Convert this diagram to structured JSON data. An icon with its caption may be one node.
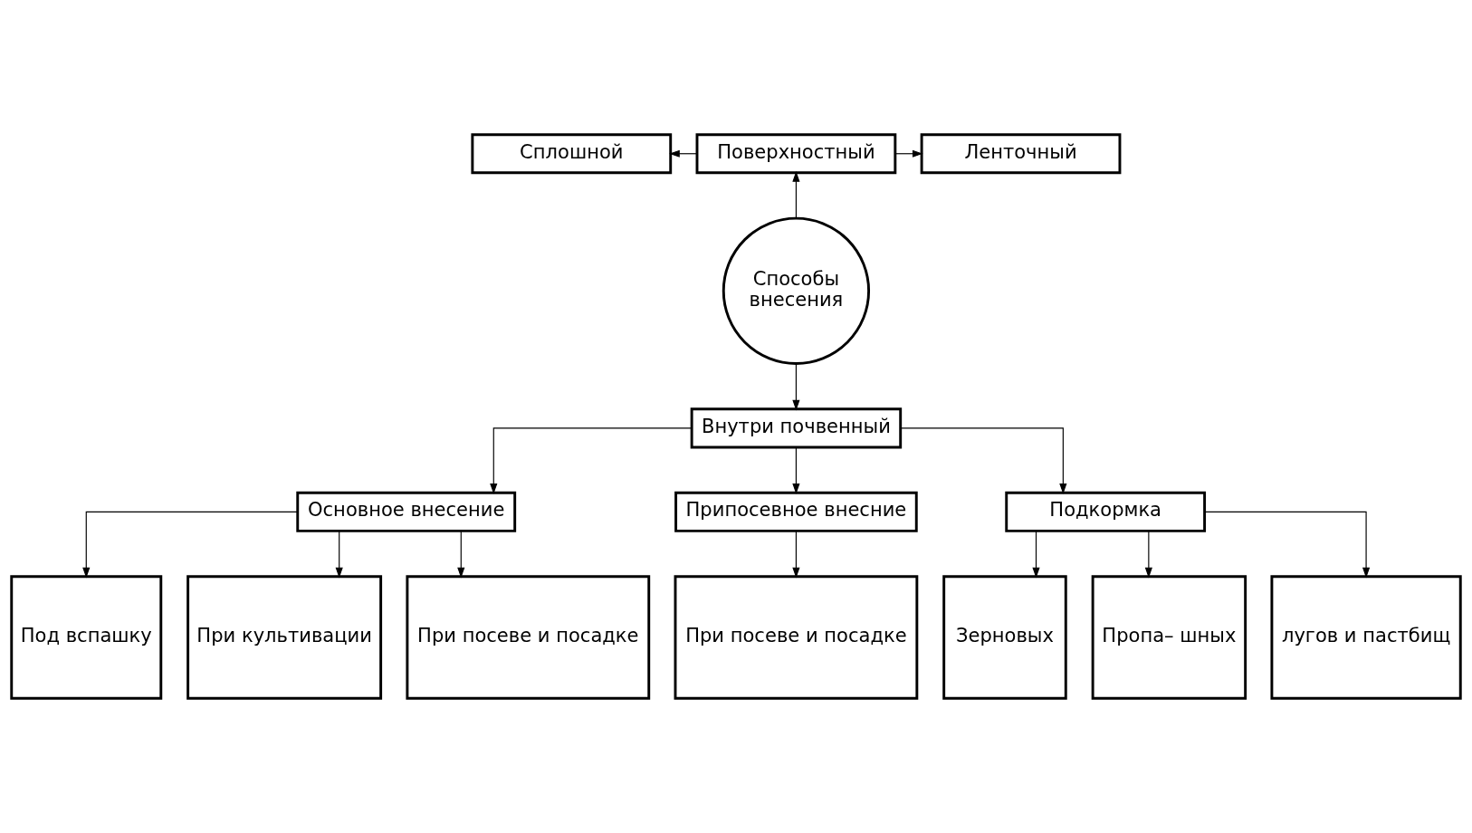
{
  "diagram": {
    "nodes": [
      {
        "text": [
          "Сплошной"
        ]
      },
      {
        "text": [
          "Поверхностный"
        ]
      },
      {
        "text": [
          "Ленточный"
        ]
      },
      {
        "text": [
          "Способы внесения"
        ]
      },
      {
        "text": [
          "Внутри почвенный"
        ]
      },
      {
        "text": [
          "Основное внесение"
        ]
      },
      {
        "text": [
          "Припосевное внесние"
        ]
      },
      {
        "text": [
          "Подкормка"
        ]
      },
      {
        "text": [
          "Под вспашку"
        ]
      },
      {
        "text": [
          "При культивации"
        ]
      },
      {
        "text": [
          "При посеве и посадке"
        ]
      },
      {
        "text": [
          "При посеве и посадке"
        ]
      },
      {
        "text": [
          "Зерновых"
        ]
      },
      {
        "text": [
          "Пропа– шных"
        ]
      },
      {
        "text": [
          "лугов и пастбищ"
        ]
      }
    ],
    "edges": [
      {
        "from": 1,
        "to": 0,
        "arrow": "to"
      },
      {
        "from": 1,
        "to": 2,
        "arrow": "to"
      },
      {
        "from": 3,
        "to": 1,
        "arrow": "to"
      },
      {
        "from": 3,
        "to": 4,
        "arrow": "to"
      },
      {
        "from": 4,
        "to": 5,
        "arrow": "to"
      },
      {
        "from": 4,
        "to": 6,
        "arrow": "to"
      },
      {
        "from": 4,
        "to": 7,
        "arrow": "to"
      },
      {
        "from": 5,
        "to": 8,
        "arrow": "to"
      },
      {
        "from": 5,
        "to": 9,
        "arrow": "to"
      },
      {
        "from": 5,
        "to": 10,
        "arrow": "to"
      },
      {
        "from": 6,
        "to": 11,
        "arrow": "to"
      },
      {
        "from": 7,
        "to": 12,
        "arrow": "to"
      },
      {
        "from": 7,
        "to": 13,
        "arrow": "to"
      },
      {
        "from": 7,
        "to": 14,
        "arrow": "to"
      }
    ]
  }
}
